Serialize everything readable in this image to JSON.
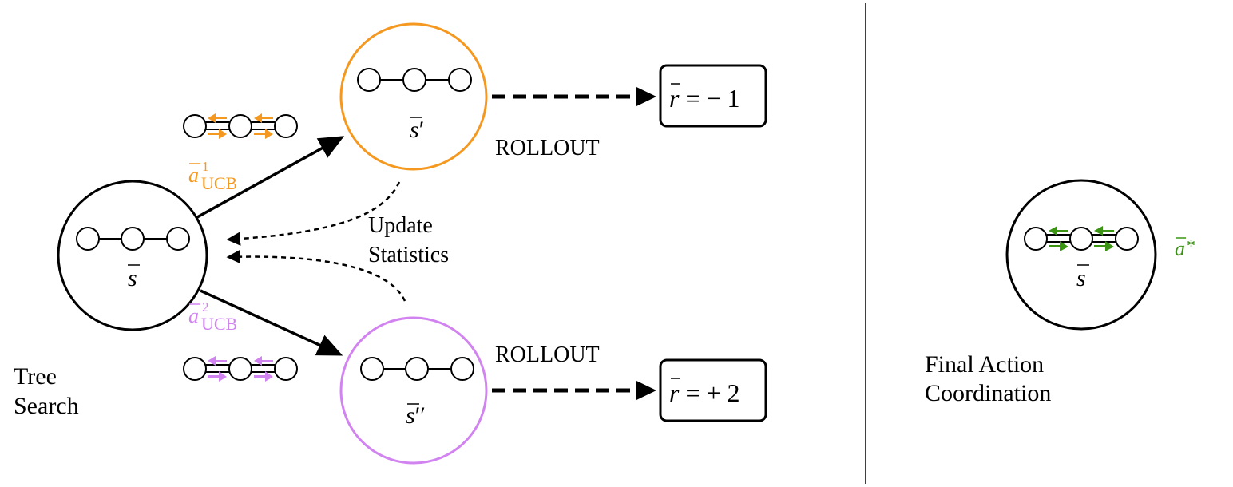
{
  "tree_search": {
    "label_line1": "Tree",
    "label_line2": "Search",
    "root_state": "s",
    "child1_state": "s",
    "child1_prime": "′",
    "child2_state": "s",
    "child2_prime": "′′",
    "action1": {
      "symbol": "a",
      "sup": "1",
      "sub": "UCB"
    },
    "action2": {
      "symbol": "a",
      "sup": "2",
      "sub": "UCB"
    },
    "rollout1_label": "ROLLOUT",
    "rollout2_label": "ROLLOUT",
    "reward1": {
      "symbol": "r",
      "equation": " = − 1"
    },
    "reward2": {
      "symbol": "r",
      "equation": " = + 2"
    },
    "update_line1": "Update",
    "update_line2": "Statistics"
  },
  "final": {
    "label_line1": "Final Action",
    "label_line2": "Coordination",
    "state": "s",
    "action": {
      "symbol": "a",
      "sup": "*"
    }
  },
  "colors": {
    "action1": "#f5981f",
    "action2": "#d183f0",
    "final": "#3b9414",
    "stroke": "#000000"
  }
}
